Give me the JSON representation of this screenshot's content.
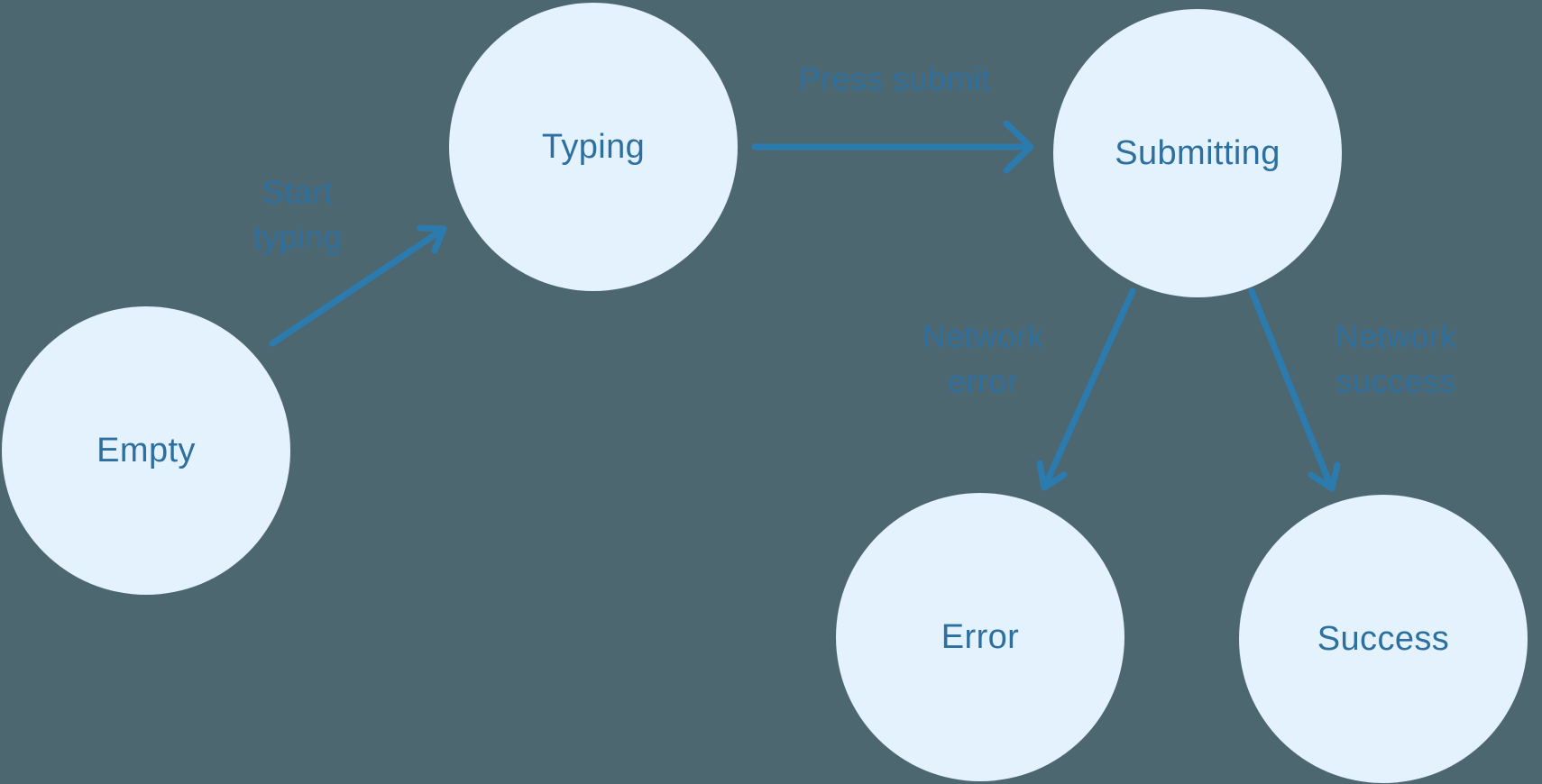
{
  "diagram": {
    "colors": {
      "background": "#4d6770",
      "node_fill": "#e3f2fc",
      "node_text": "#2d6f9f",
      "edge_text": "#2e6f9e",
      "arrow": "#2c7bae"
    },
    "nodes": [
      {
        "id": "empty",
        "label": "Empty"
      },
      {
        "id": "typing",
        "label": "Typing"
      },
      {
        "id": "submitting",
        "label": "Submitting"
      },
      {
        "id": "error",
        "label": "Error"
      },
      {
        "id": "success",
        "label": "Success"
      }
    ],
    "edges": [
      {
        "id": "start-typing",
        "from": "empty",
        "to": "typing",
        "label": "Start typing"
      },
      {
        "id": "press-submit",
        "from": "typing",
        "to": "submitting",
        "label": "Press submit"
      },
      {
        "id": "network-error",
        "from": "submitting",
        "to": "error",
        "label": "Network error"
      },
      {
        "id": "network-success",
        "from": "submitting",
        "to": "success",
        "label": "Network success"
      }
    ]
  }
}
